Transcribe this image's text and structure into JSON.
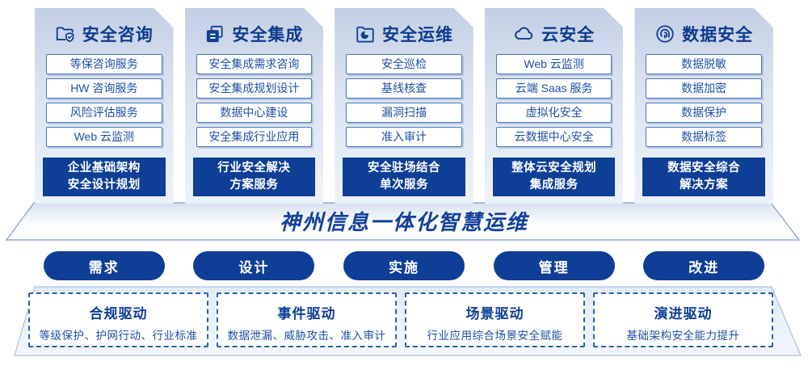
{
  "palette": {
    "primary_blue": "#0e3e95",
    "title_navy": "#0d3a8f",
    "item_text_blue": "#1f4fa5",
    "item_border_blue": "#4a74bb",
    "dashed_border_blue": "#2f5fae",
    "card_gradient_top": "#c3cfe4",
    "card_gradient_bottom": "#edf2f9"
  },
  "columns": [
    {
      "title": "安全咨询",
      "icon": "folder-shield-icon",
      "items": [
        "等保咨询服务",
        "HW 咨询服务",
        "风险评估服务",
        "Web 云监测"
      ],
      "footer_lines": [
        "企业基础架构",
        "安全设计规划"
      ]
    },
    {
      "title": "安全集成",
      "icon": "copy-documents-icon",
      "items": [
        "安全集成需求咨询",
        "安全集成规划设计",
        "数据中心建设",
        "安全集成行业应用"
      ],
      "footer_lines": [
        "行业安全解决",
        "方案服务"
      ]
    },
    {
      "title": "安全运维",
      "icon": "folder-pie-icon",
      "items": [
        "安全巡检",
        "基线核查",
        "漏洞扫描",
        "准入审计"
      ],
      "footer_lines": [
        "安全驻场结合",
        "单次服务"
      ]
    },
    {
      "title": "云安全",
      "icon": "cloud-icon",
      "items": [
        "Web 云监测",
        "云端 Saas 服务",
        "虚拟化安全",
        "云数据中心安全"
      ],
      "footer_lines": [
        "整体云安全规划",
        "集成服务"
      ]
    },
    {
      "title": "数据安全",
      "icon": "fingerprint-icon",
      "items": [
        "数据脱敏",
        "数据加密",
        "数据保护",
        "数据标签"
      ],
      "footer_lines": [
        "数据安全综合",
        "解决方案"
      ]
    }
  ],
  "banner": {
    "title": "神州信息一体化智慧运维"
  },
  "process_pills": [
    "需求",
    "设计",
    "实施",
    "管理",
    "改进"
  ],
  "drivers": [
    {
      "title": "合规驱动",
      "desc": "等级保护、护网行动、行业标准"
    },
    {
      "title": "事件驱动",
      "desc": "数据泄漏、威胁攻击、准入审计"
    },
    {
      "title": "场景驱动",
      "desc": "行业应用综合场景安全赋能"
    },
    {
      "title": "演进驱动",
      "desc": "基础架构安全能力提升"
    }
  ]
}
